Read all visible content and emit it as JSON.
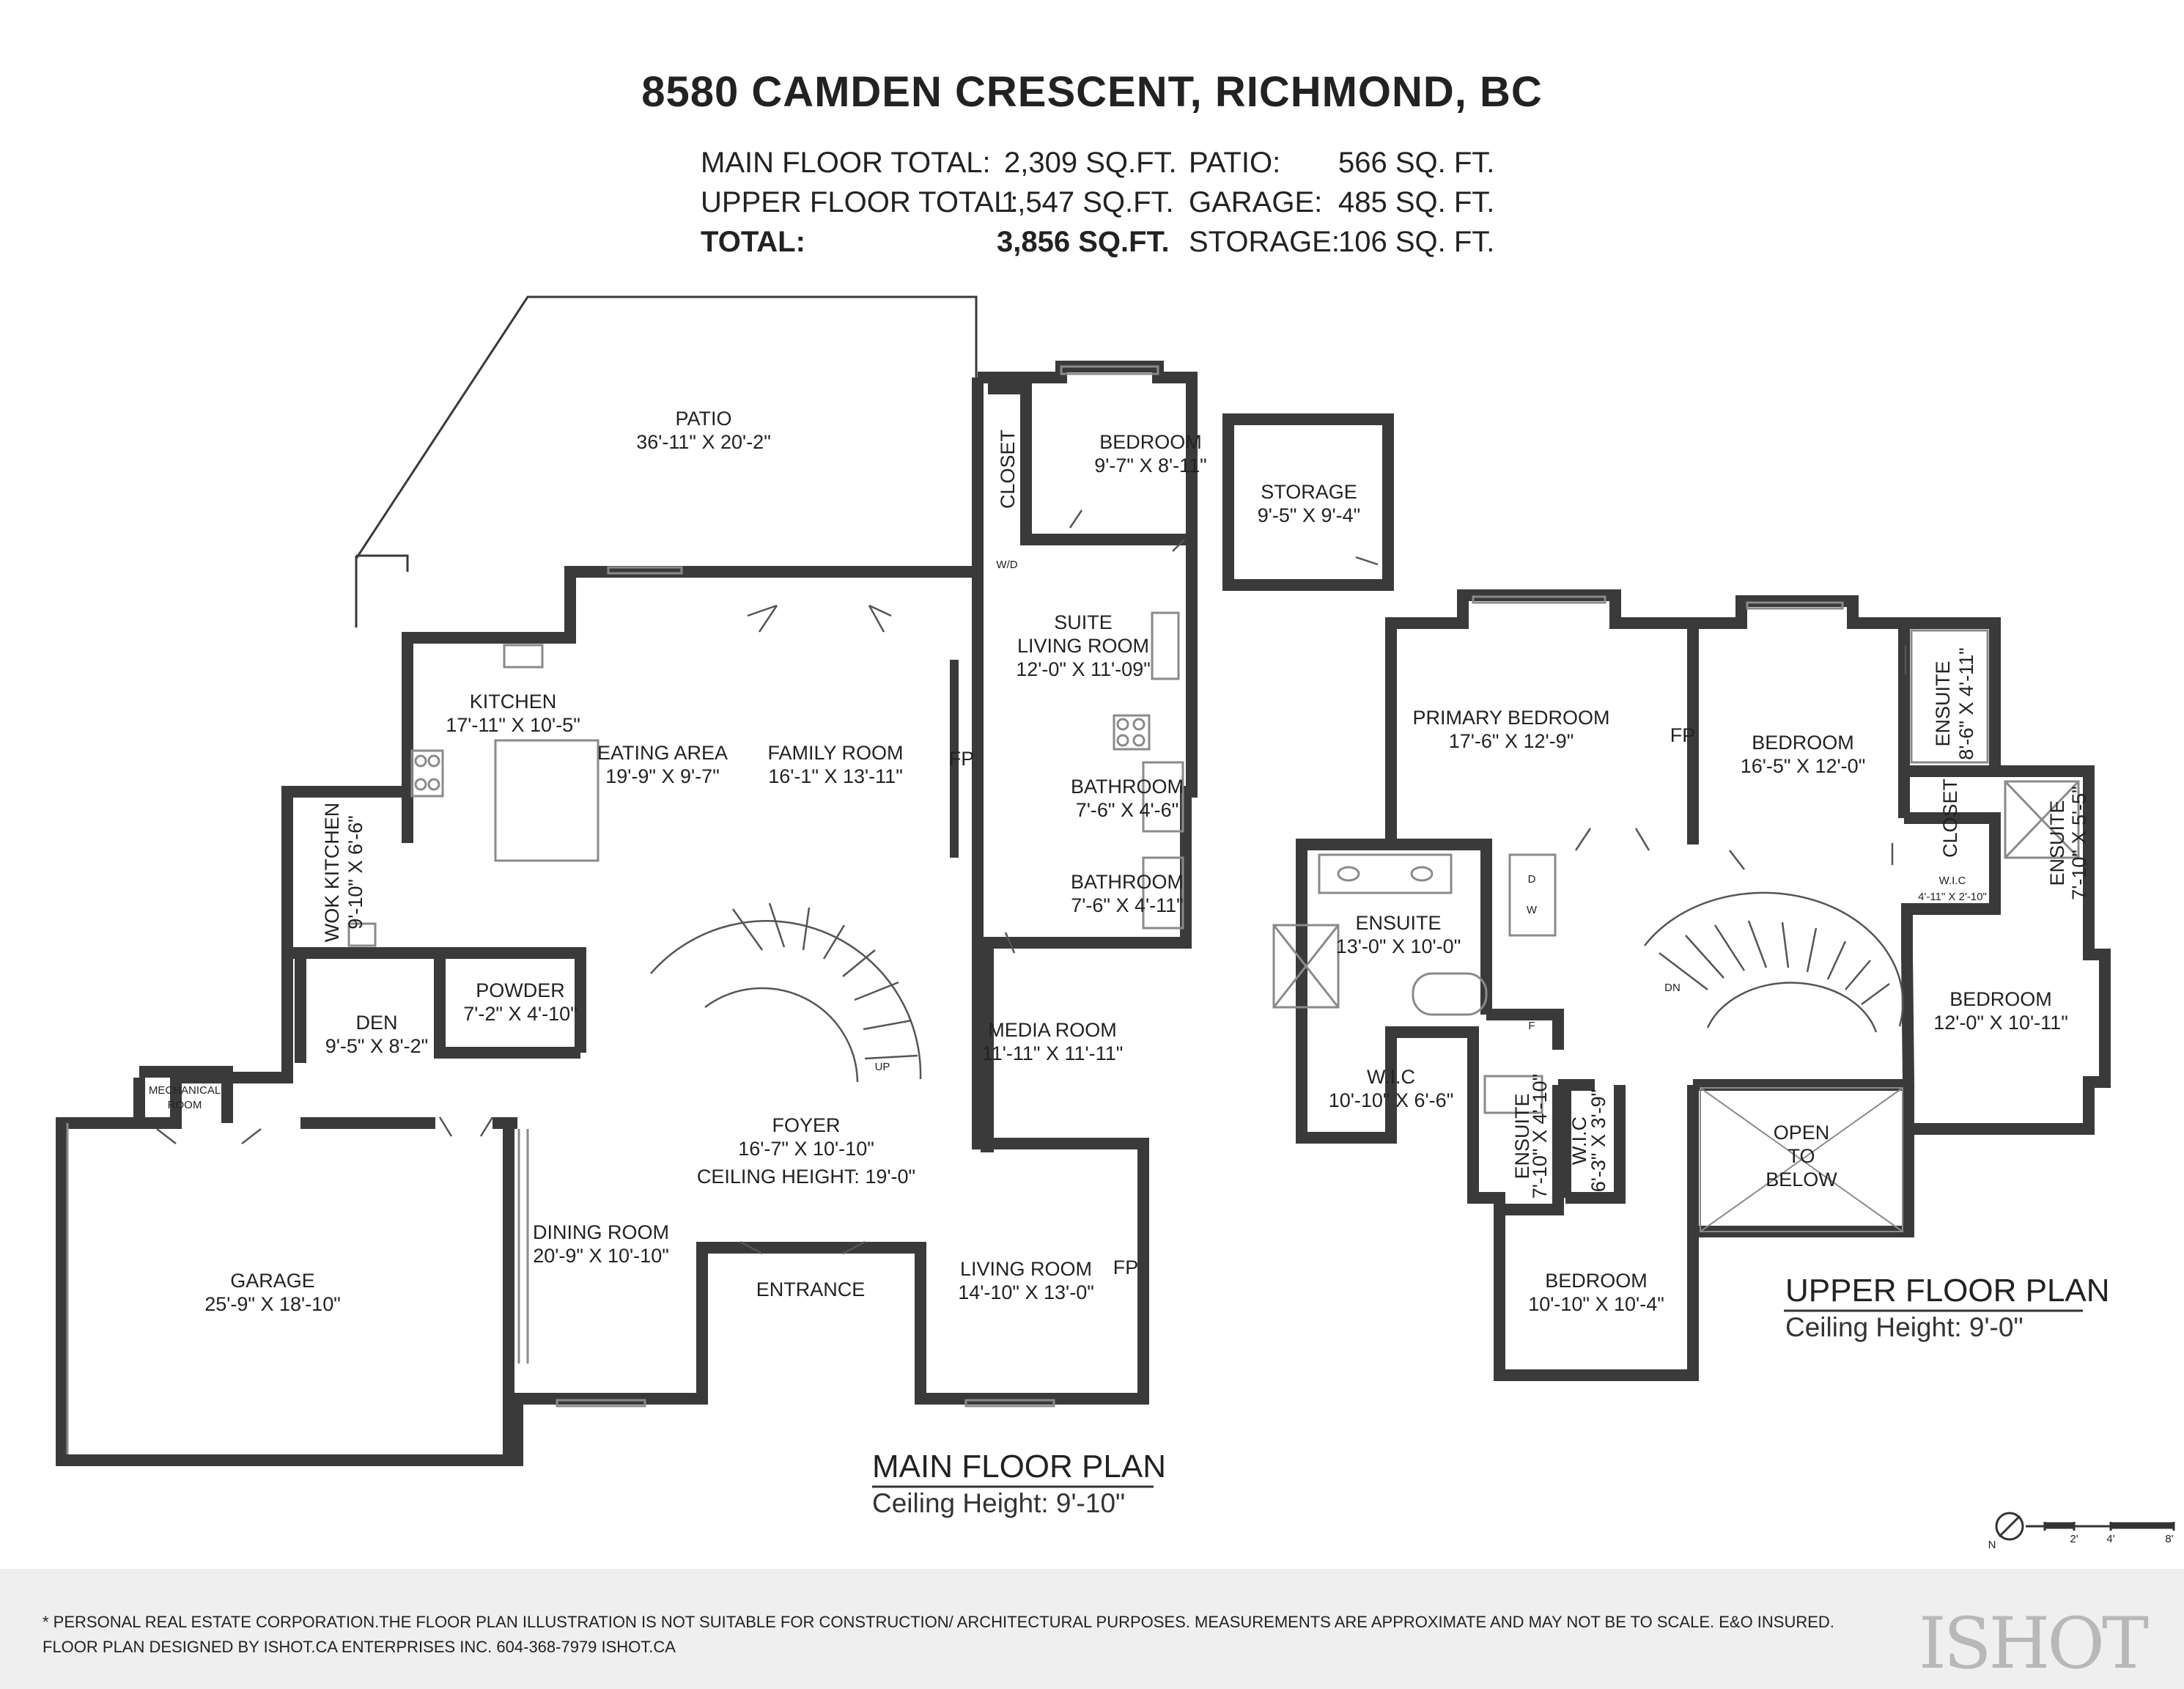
{
  "title": "8580 CAMDEN CRESCENT, RICHMOND, BC",
  "summary": {
    "main_label": "MAIN FLOOR TOTAL:",
    "main_value": "2,309 SQ.FT.",
    "upper_label": "UPPER FLOOR TOTAL:",
    "upper_value": "1,547 SQ.FT.",
    "total_label": "TOTAL:",
    "total_value": "3,856 SQ.FT.",
    "patio_label": "PATIO:",
    "patio_value": "566 SQ. FT.",
    "garage_label": "GARAGE:",
    "garage_value": "485 SQ. FT.",
    "storage_label": "STORAGE:",
    "storage_value": "106 SQ. FT."
  },
  "rooms": {
    "patio": {
      "name": "PATIO",
      "size": "36'-11\" X 20'-2\""
    },
    "kitchen": {
      "name": "KITCHEN",
      "size": "17'-11\" X 10'-5\""
    },
    "eating": {
      "name": "EATING AREA",
      "size": "19'-9\" X 9'-7\""
    },
    "family": {
      "name": "FAMILY ROOM",
      "size": "16'-1\" X 13'-11\""
    },
    "wok": {
      "name": "WOK KITCHEN",
      "size": "9'-10\" X 6'-6\""
    },
    "powder": {
      "name": "POWDER",
      "size": "7'-2\" X 4'-10\""
    },
    "den": {
      "name": "DEN",
      "size": "9'-5\" X 8'-2\""
    },
    "mech": {
      "name1": "MECHANICAL",
      "name2": "ROOM"
    },
    "garage": {
      "name": "GARAGE",
      "size": "25'-9\" X 18'-10\""
    },
    "dining": {
      "name": "DINING ROOM",
      "size": "20'-9\" X 10'-10\""
    },
    "foyer": {
      "name": "FOYER",
      "size": "16'-7\" X 10'-10\"",
      "ceiling": "CEILING HEIGHT: 19'-0\""
    },
    "entrance": {
      "name": "ENTRANCE"
    },
    "living": {
      "name": "LIVING ROOM",
      "size": "14'-10\" X 13'-0\""
    },
    "media": {
      "name": "MEDIA ROOM",
      "size": "11'-11\" X 11'-11\""
    },
    "suite_bed": {
      "name": "BEDROOM",
      "size": "9'-7\" X 8'-11\""
    },
    "closet_main": {
      "name": "CLOSET"
    },
    "suite_living": {
      "name1": "SUITE",
      "name2": "LIVING ROOM",
      "size": "12'-0\" X 11'-09\""
    },
    "bath1": {
      "name": "BATHROOM",
      "size": "7'-6\" X 4'-6\""
    },
    "bath2": {
      "name": "BATHROOM",
      "size": "7'-6\" X 4'-11\""
    },
    "storage": {
      "name": "STORAGE",
      "size": "9'-5\" X 9'-4\""
    },
    "primary": {
      "name": "PRIMARY BEDROOM",
      "size": "17'-6\" X 12'-9\""
    },
    "bed_upper1": {
      "name": "BEDROOM",
      "size": "16'-5\" X 12'-0\""
    },
    "ensuite_a": {
      "name": "ENSUITE",
      "size": "8'-6\" X 4'-11\""
    },
    "closet_up": {
      "name": "CLOSET"
    },
    "ensuite_b": {
      "name": "ENSUITE",
      "size": "7'-10\" X 5'-5\""
    },
    "wic_small": {
      "name": "W.I.C",
      "size": "4'-11\" X 2'-10\""
    },
    "ensuite_primary": {
      "name": "ENSUITE",
      "size": "13'-0\" X 10'-0\""
    },
    "wic_primary": {
      "name": "W.I.C",
      "size": "10'-10\" X 6'-6\""
    },
    "bed_upper2": {
      "name": "BEDROOM",
      "size": "12'-0\" X 10'-11\""
    },
    "ensuite_c": {
      "name": "ENSUITE",
      "size": "7'-10\" X 4'-10\""
    },
    "wic_c": {
      "name": "W.I.C",
      "size": "6'-3\" X 3'-9\""
    },
    "open": {
      "line1": "OPEN",
      "line2": "TO",
      "line3": "BELOW"
    },
    "bed_upper3": {
      "name": "BEDROOM",
      "size": "10'-10\" X 10'-4\""
    }
  },
  "marks": {
    "fp": "FP",
    "wd": "W/D",
    "d": "D",
    "w": "W",
    "f": "F",
    "up": "UP",
    "dn": "DN"
  },
  "plans": {
    "main_title": "MAIN FLOOR PLAN",
    "main_ceiling": "Ceiling Height: 9'-10\"",
    "upper_title": "UPPER FLOOR PLAN",
    "upper_ceiling": "Ceiling Height: 9'-0\""
  },
  "scale": {
    "n": "N",
    "t1": "2'",
    "t2": "4'",
    "t3": "8'"
  },
  "footer": {
    "line1": "* PERSONAL REAL ESTATE CORPORATION.THE FLOOR PLAN ILLUSTRATION IS NOT SUITABLE FOR CONSTRUCTION/ ARCHITECTURAL PURPOSES. MEASUREMENTS ARE APPROXIMATE AND MAY NOT BE TO SCALE. E&O INSURED.",
    "line2": "FLOOR PLAN DESIGNED BY ISHOT.CA ENTERPRISES INC. 604-368-7979  ISHOT.CA",
    "logo": "ISHOT"
  },
  "colors": {
    "wall": "#3a3a3a",
    "fixture": "#8a8a8a",
    "footer_bg": "#efefef",
    "logo": "#b8b8b8"
  }
}
